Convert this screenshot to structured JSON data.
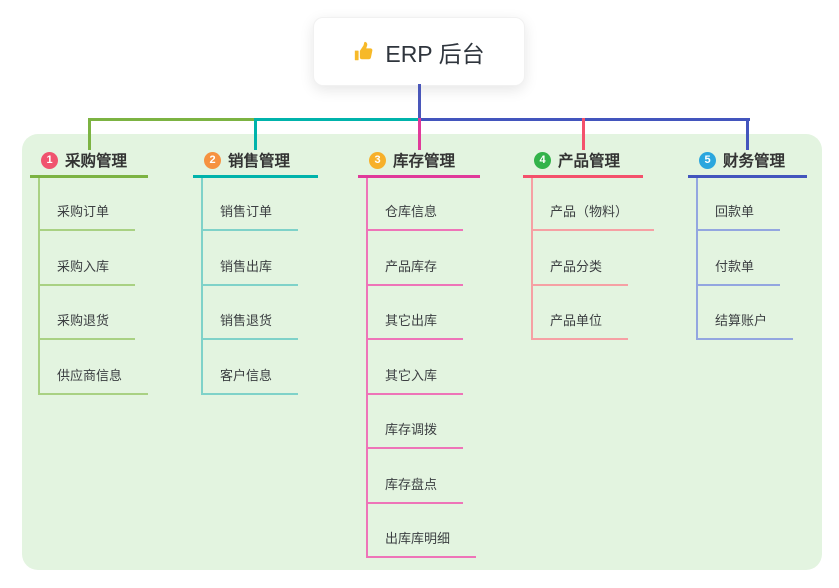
{
  "root": {
    "icon": "thumbs-up",
    "title": "ERP 后台"
  },
  "colors": {
    "canvas_bg": "#ffffff",
    "panel_bg": "#e3f4e0",
    "root_line": "#4a57ba",
    "thumb_gold": "#f7b928",
    "header_text": "#333333",
    "child_text": "#3c3f42"
  },
  "branches": [
    {
      "number": "1",
      "label": "采购管理",
      "badge_color": "#f0536e",
      "line_color": "#7cb342",
      "child_line_color": "#a9d183",
      "children": [
        "采购订单",
        "采购入库",
        "采购退货",
        "供应商信息"
      ]
    },
    {
      "number": "2",
      "label": "销售管理",
      "badge_color": "#f69240",
      "line_color": "#00b3ab",
      "child_line_color": "#7fd2c9",
      "children": [
        "销售订单",
        "销售出库",
        "销售退货",
        "客户信息"
      ]
    },
    {
      "number": "3",
      "label": "库存管理",
      "badge_color": "#f7b02a",
      "line_color": "#e03a9a",
      "child_line_color": "#ee74b8",
      "children": [
        "仓库信息",
        "产品库存",
        "其它出库",
        "其它入库",
        "库存调拨",
        "库存盘点",
        "出库库明细"
      ]
    },
    {
      "number": "4",
      "label": "产品管理",
      "badge_color": "#33b34a",
      "line_color": "#f4516c",
      "child_line_color": "#f6a0a4",
      "children": [
        "产品（物料）",
        "产品分类",
        "产品单位"
      ]
    },
    {
      "number": "5",
      "label": "财务管理",
      "badge_color": "#2ba6de",
      "line_color": "#4355bd",
      "child_line_color": "#93a6e0",
      "children": [
        "回款单",
        "付款单",
        "结算账户"
      ]
    }
  ]
}
